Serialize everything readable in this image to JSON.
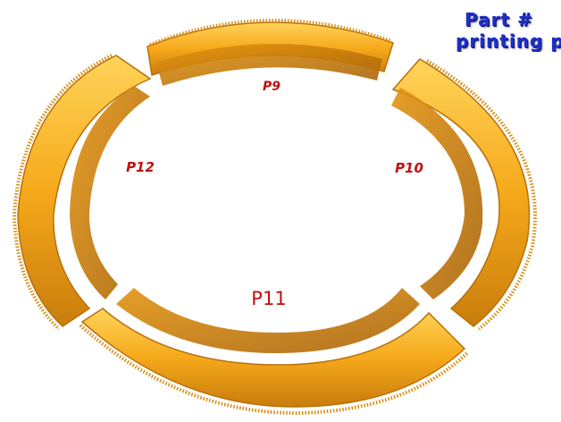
{
  "caption": {
    "line1": "Part #",
    "line2": "printing p"
  },
  "parts": [
    {
      "id": "p9",
      "label": "P9"
    },
    {
      "id": "p10",
      "label": "P10"
    },
    {
      "id": "p11",
      "label": "P11"
    },
    {
      "id": "p12",
      "label": "P12"
    }
  ],
  "colors": {
    "part_body": "#f6a91b",
    "part_highlight": "#ffd45a",
    "part_shadow": "#b8700a",
    "label": "#c01010",
    "caption": "#1f2fc8"
  }
}
